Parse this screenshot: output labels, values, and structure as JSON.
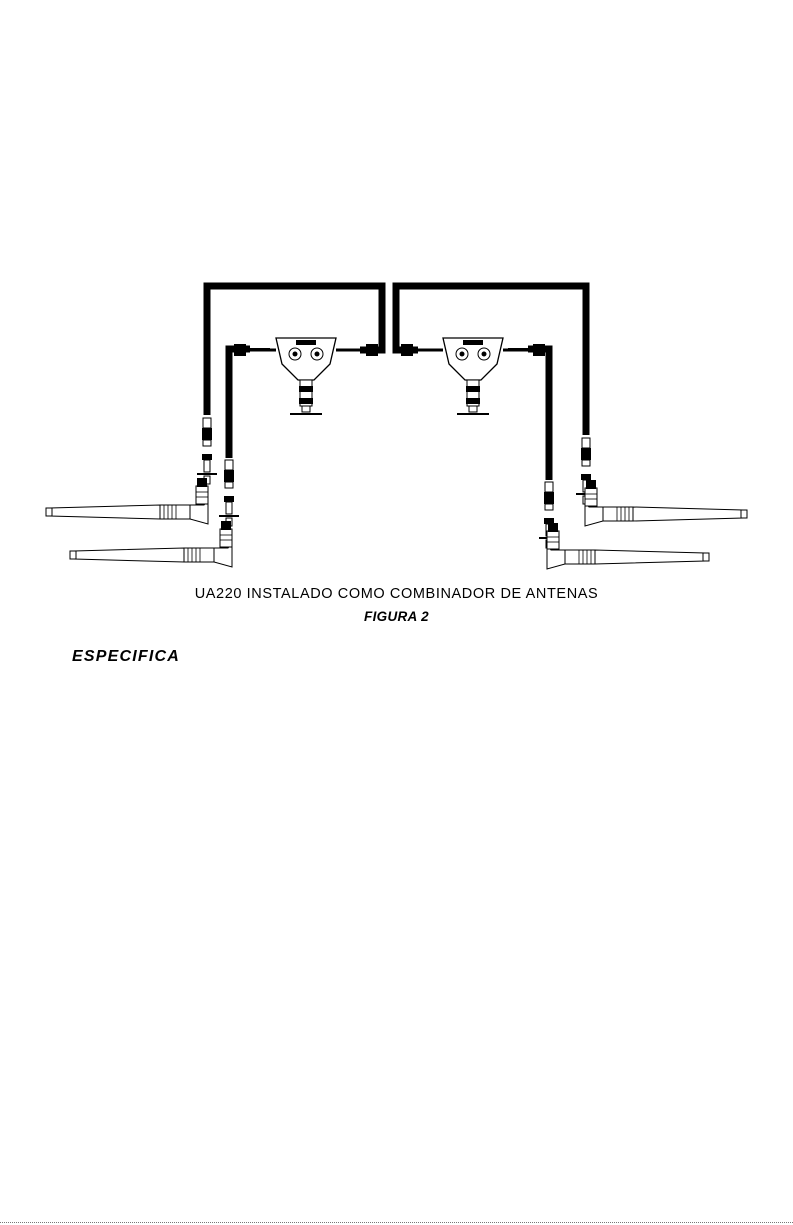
{
  "figure": {
    "caption": "UA220 INSTALADO COMO COMBINADOR DE ANTENAS",
    "label": "FIGURA 2"
  },
  "section": {
    "heading": "ESPECIFICA"
  }
}
